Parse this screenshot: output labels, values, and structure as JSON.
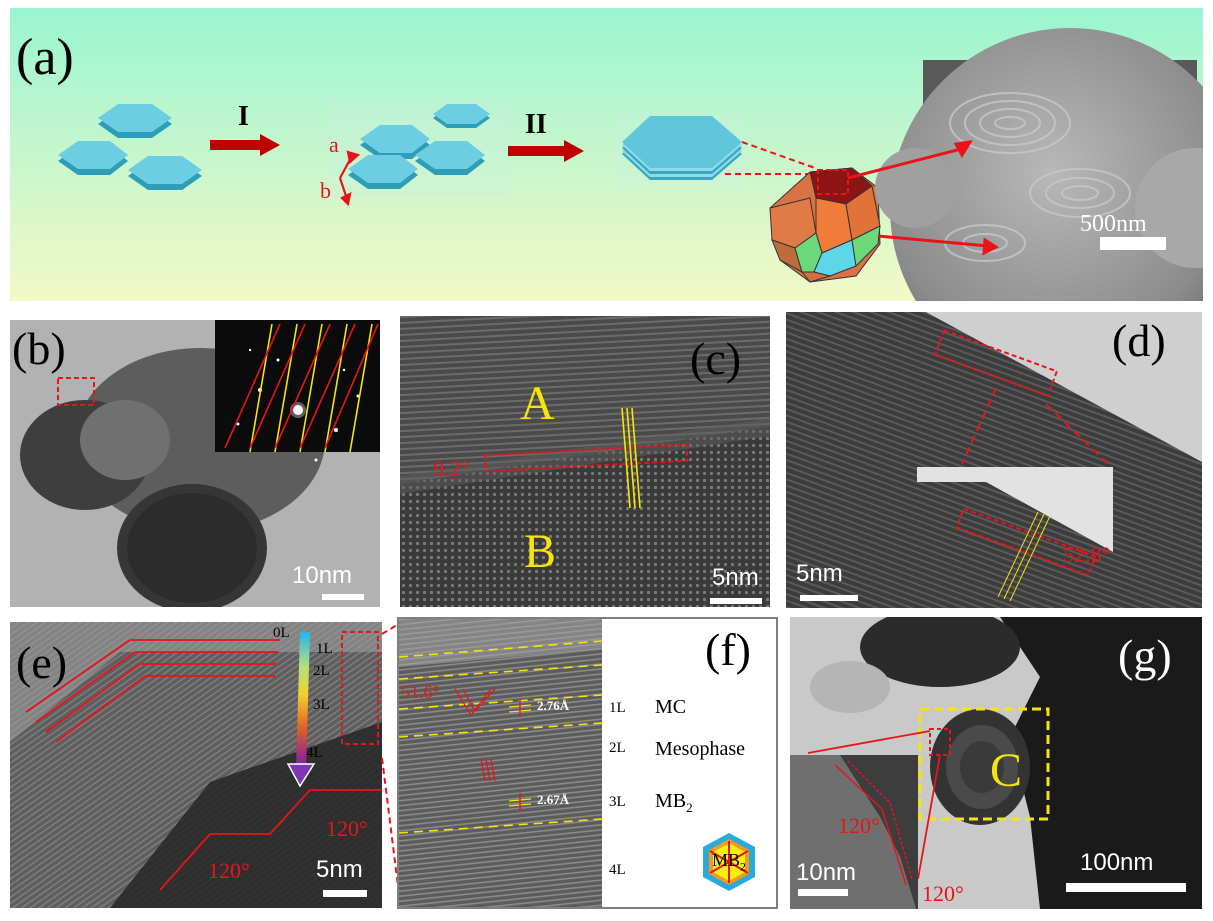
{
  "panels": {
    "a": {
      "label": "(a)",
      "step1": "I",
      "step2": "II",
      "axis_a": "a",
      "axis_b": "b",
      "scale": "500nm"
    },
    "b": {
      "label": "(b)",
      "scale": "10nm"
    },
    "c": {
      "label": "(c)",
      "region_a": "A",
      "region_b": "B",
      "angle": "9.2°",
      "scale": "5nm"
    },
    "d": {
      "label": "(d)",
      "angle": "52.8°",
      "scale": "5nm"
    },
    "e": {
      "label": "(e)",
      "layers": [
        "0L",
        "1L",
        "2L",
        "3L",
        "4L"
      ],
      "angle1": "120°",
      "angle2": "120°",
      "scale": "5nm"
    },
    "f": {
      "label": "(f)",
      "angle": "51.6°",
      "d1": "2.76Å",
      "d2": "2.67Å",
      "rows": [
        {
          "layer": "1L",
          "name": "MC"
        },
        {
          "layer": "2L",
          "name": "Mesophase"
        },
        {
          "layer": "3L",
          "name": "MB",
          "sub": "2"
        },
        {
          "layer": "4L",
          "name": ""
        }
      ],
      "hex_text": "MB",
      "hex_sub": "2"
    },
    "g": {
      "label": "(g)",
      "region": "C",
      "inset_angle": "120°",
      "angle": "120°",
      "inset_scale": "10nm",
      "scale": "100nm"
    }
  },
  "colors": {
    "arrow_red": "#c00000",
    "annotation_red": "#e8141a",
    "annotation_yellow": "#f5e50a",
    "crystal_blue": "#5fc6dc"
  }
}
